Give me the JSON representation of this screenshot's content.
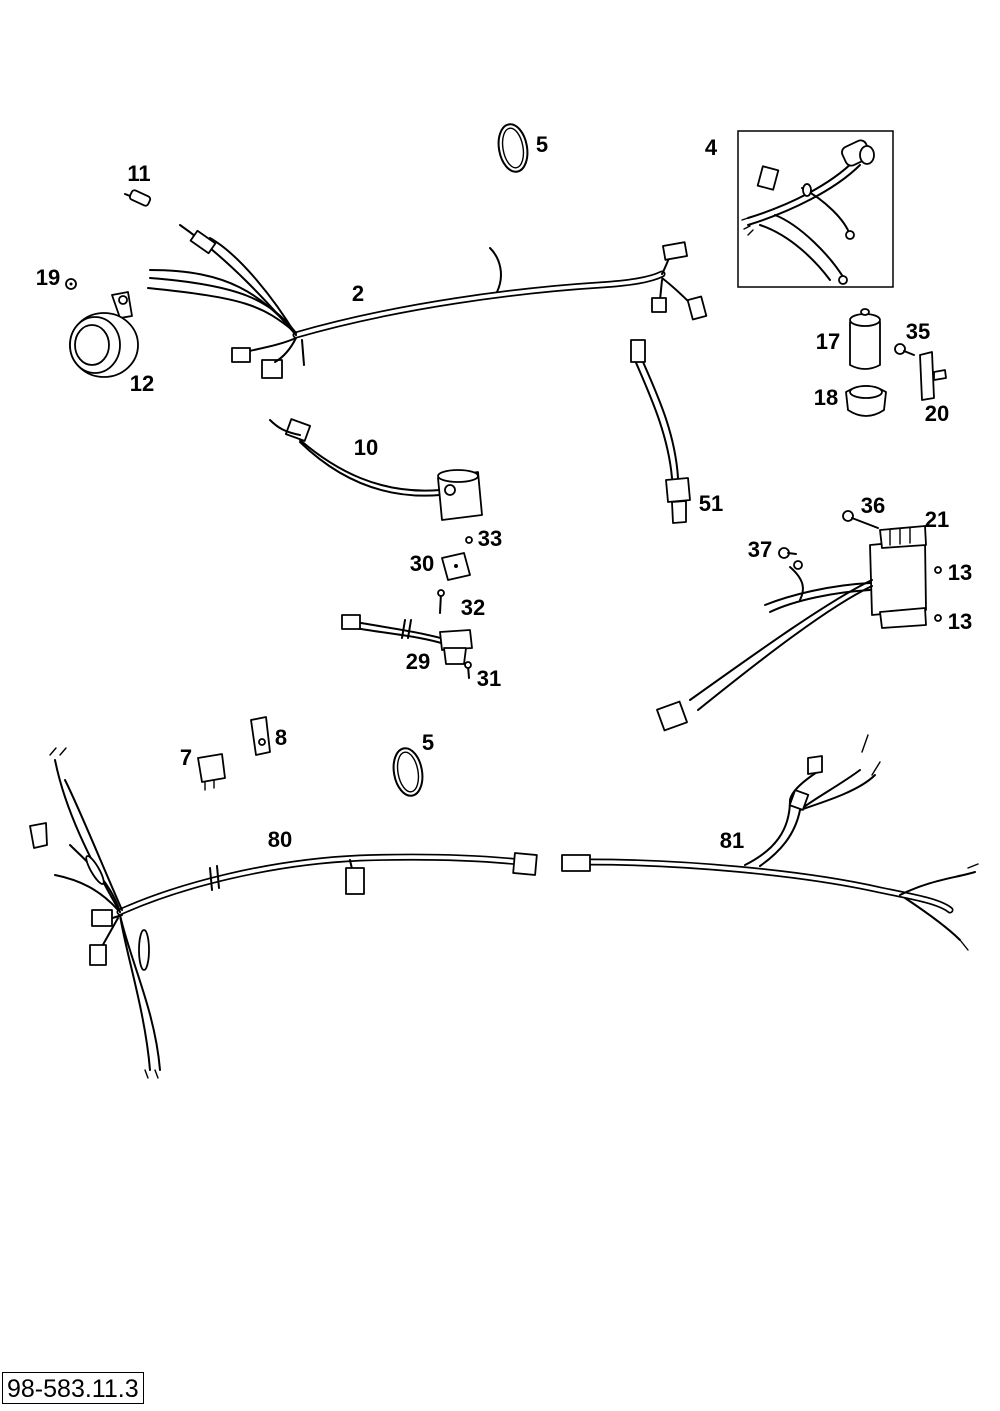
{
  "document_code": "98-583.11.3",
  "callouts": {
    "c2": "2",
    "c4": "4",
    "c5a": "5",
    "c5b": "5",
    "c7": "7",
    "c8": "8",
    "c10": "10",
    "c11": "11",
    "c12": "12",
    "c13a": "13",
    "c13b": "13",
    "c17": "17",
    "c18": "18",
    "c19": "19",
    "c20": "20",
    "c21": "21",
    "c29": "29",
    "c30": "30",
    "c31": "31",
    "c32": "32",
    "c33": "33",
    "c35": "35",
    "c36": "36",
    "c37": "37",
    "c51": "51",
    "c80": "80",
    "c81": "81"
  }
}
